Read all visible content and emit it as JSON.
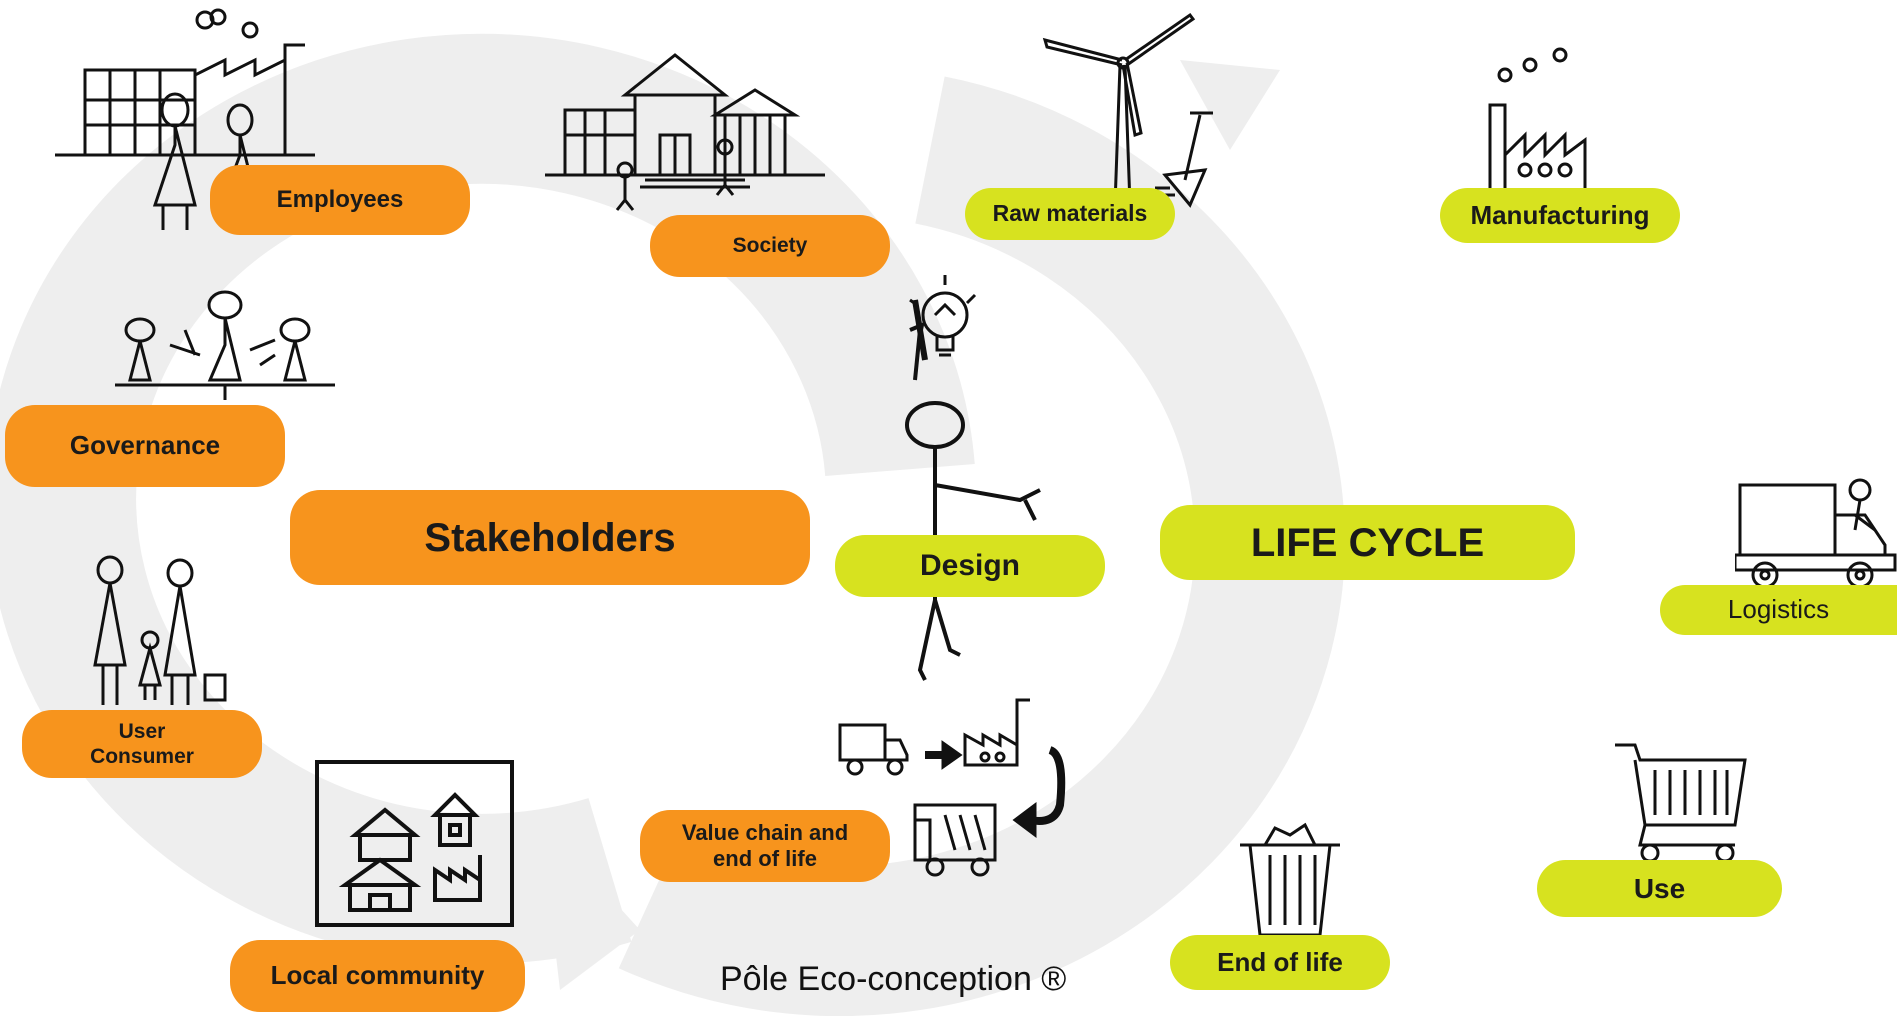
{
  "stakeholders": {
    "title": "Stakeholders",
    "items": {
      "employees": "Employees",
      "society": "Society",
      "governance": "Governance",
      "user_consumer_line1": "User",
      "user_consumer_line2": "Consumer",
      "local_community": "Local community",
      "value_chain_line1": "Value chain and",
      "value_chain_line2": "end of life"
    }
  },
  "life_cycle": {
    "title": "LIFE CYCLE",
    "stages": {
      "design": "Design",
      "raw_materials": "Raw materials",
      "manufacturing": "Manufacturing",
      "logistics": "Logistics",
      "use": "Use",
      "end_of_life": "End of life"
    }
  },
  "footer": {
    "credit": "Pôle Eco-conception ®"
  },
  "colors": {
    "stakeholder_orange": "#f7941d",
    "lifecycle_green": "#d7e21f",
    "loop_grey": "#eeeeee"
  }
}
